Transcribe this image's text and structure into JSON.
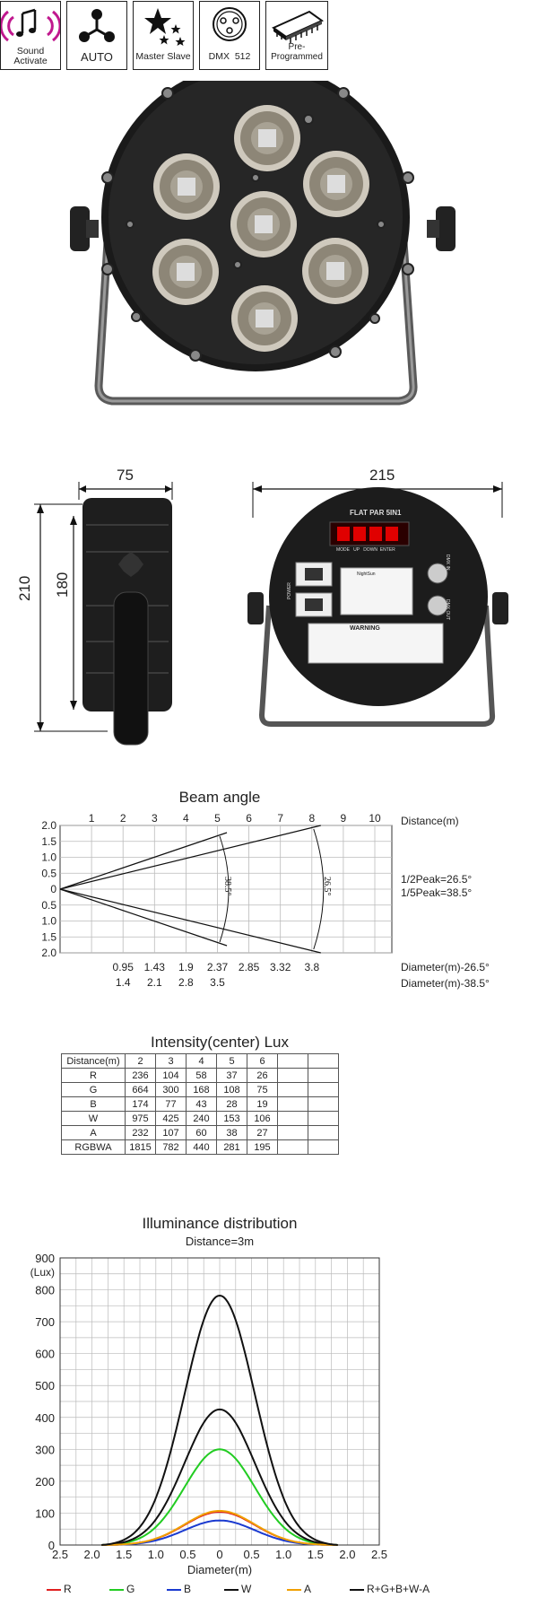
{
  "features": [
    {
      "key": "sound",
      "lines": [
        "Sound",
        "Activate"
      ],
      "icon": "sound-wave-music-icon"
    },
    {
      "key": "auto",
      "lines": [
        "AUTO"
      ],
      "icon": "auto-nodes-icon"
    },
    {
      "key": "master",
      "lines": [
        "Master Slave"
      ],
      "icon": "stars-icon"
    },
    {
      "key": "dmx",
      "lines": [
        "DMX  512"
      ],
      "icon": "xlr-connector-icon"
    },
    {
      "key": "preprog",
      "lines": [
        "Pre-Programmed"
      ],
      "icon": "chip-icon"
    }
  ],
  "dimensions": {
    "depth": "75",
    "width": "215",
    "height_total": "210",
    "height_body": "180",
    "back_panel_title": "FLAT PAR 5IN1",
    "back_panel_buttons": "MODE   UP   DOWN  ENTER",
    "back_panel_brand": "NightSun",
    "back_panel_warning": "WARNING",
    "back_panel_dmx_in": "DMX IN",
    "back_panel_dmx_out": "DMX OUT",
    "back_panel_power": "POWER"
  },
  "beam": {
    "title": "Beam angle",
    "distance_label": "Distance(m)",
    "distances": [
      "1",
      "2",
      "3",
      "4",
      "5",
      "6",
      "7",
      "8",
      "9",
      "10"
    ],
    "y_ticks": [
      "2.0",
      "1.5",
      "1.0",
      "0.5",
      "0",
      "0.5",
      "1.0",
      "1.5",
      "2.0"
    ],
    "half_peak": "1/2Peak=26.5°",
    "fifth_peak": "1/5Peak=38.5°",
    "arc_inner": "38.5°",
    "arc_outer": "26.5°",
    "diam_265_label": "Diameter(m)-26.5°",
    "diam_385_label": "Diameter(m)-38.5°",
    "diam_265": [
      "0.95",
      "1.43",
      "1.9",
      "2.37",
      "2.85",
      "3.32",
      "3.8"
    ],
    "diam_385": [
      "1.4",
      "2.1",
      "2.8",
      "3.5"
    ]
  },
  "intensity": {
    "title": "Intensity(center) Lux",
    "header": [
      "Distance(m)",
      "2",
      "3",
      "4",
      "5",
      "6",
      "",
      ""
    ],
    "rows": [
      [
        "R",
        "236",
        "104",
        "58",
        "37",
        "26",
        "",
        ""
      ],
      [
        "G",
        "664",
        "300",
        "168",
        "108",
        "75",
        "",
        ""
      ],
      [
        "B",
        "174",
        "77",
        "43",
        "28",
        "19",
        "",
        ""
      ],
      [
        "W",
        "975",
        "425",
        "240",
        "153",
        "106",
        "",
        ""
      ],
      [
        "A",
        "232",
        "107",
        "60",
        "38",
        "27",
        "",
        ""
      ],
      [
        "RGBWA",
        "1815",
        "782",
        "440",
        "281",
        "195",
        "",
        ""
      ]
    ]
  },
  "chart_data": {
    "type": "line",
    "title": "Illuminance distribution",
    "subtitle": "Distance=3m",
    "ylabel": "(Lux)",
    "xlabel": "Diameter(m)",
    "x_ticks": [
      "2.5",
      "2.0",
      "1.5",
      "1.0",
      "0.5",
      "0",
      "0.5",
      "1.0",
      "1.5",
      "2.0",
      "2.5"
    ],
    "y_ticks": [
      "0",
      "100",
      "200",
      "300",
      "400",
      "500",
      "600",
      "700",
      "800",
      "900"
    ],
    "xlim": [
      -2.5,
      2.5
    ],
    "ylim": [
      0,
      900
    ],
    "grid": true,
    "series": [
      {
        "name": "R",
        "color": "#e02020",
        "peak": 104,
        "sigma": 0.55
      },
      {
        "name": "G",
        "color": "#22cc22",
        "peak": 300,
        "sigma": 0.55
      },
      {
        "name": "B",
        "color": "#1a3ad0",
        "peak": 77,
        "sigma": 0.55
      },
      {
        "name": "W",
        "color": "#111111",
        "peak": 425,
        "sigma": 0.55
      },
      {
        "name": "A",
        "color": "#f0a000",
        "peak": 107,
        "sigma": 0.55
      },
      {
        "name": "R+G+B+W-A",
        "color": "#111111",
        "peak": 782,
        "sigma": 0.55
      }
    ]
  }
}
